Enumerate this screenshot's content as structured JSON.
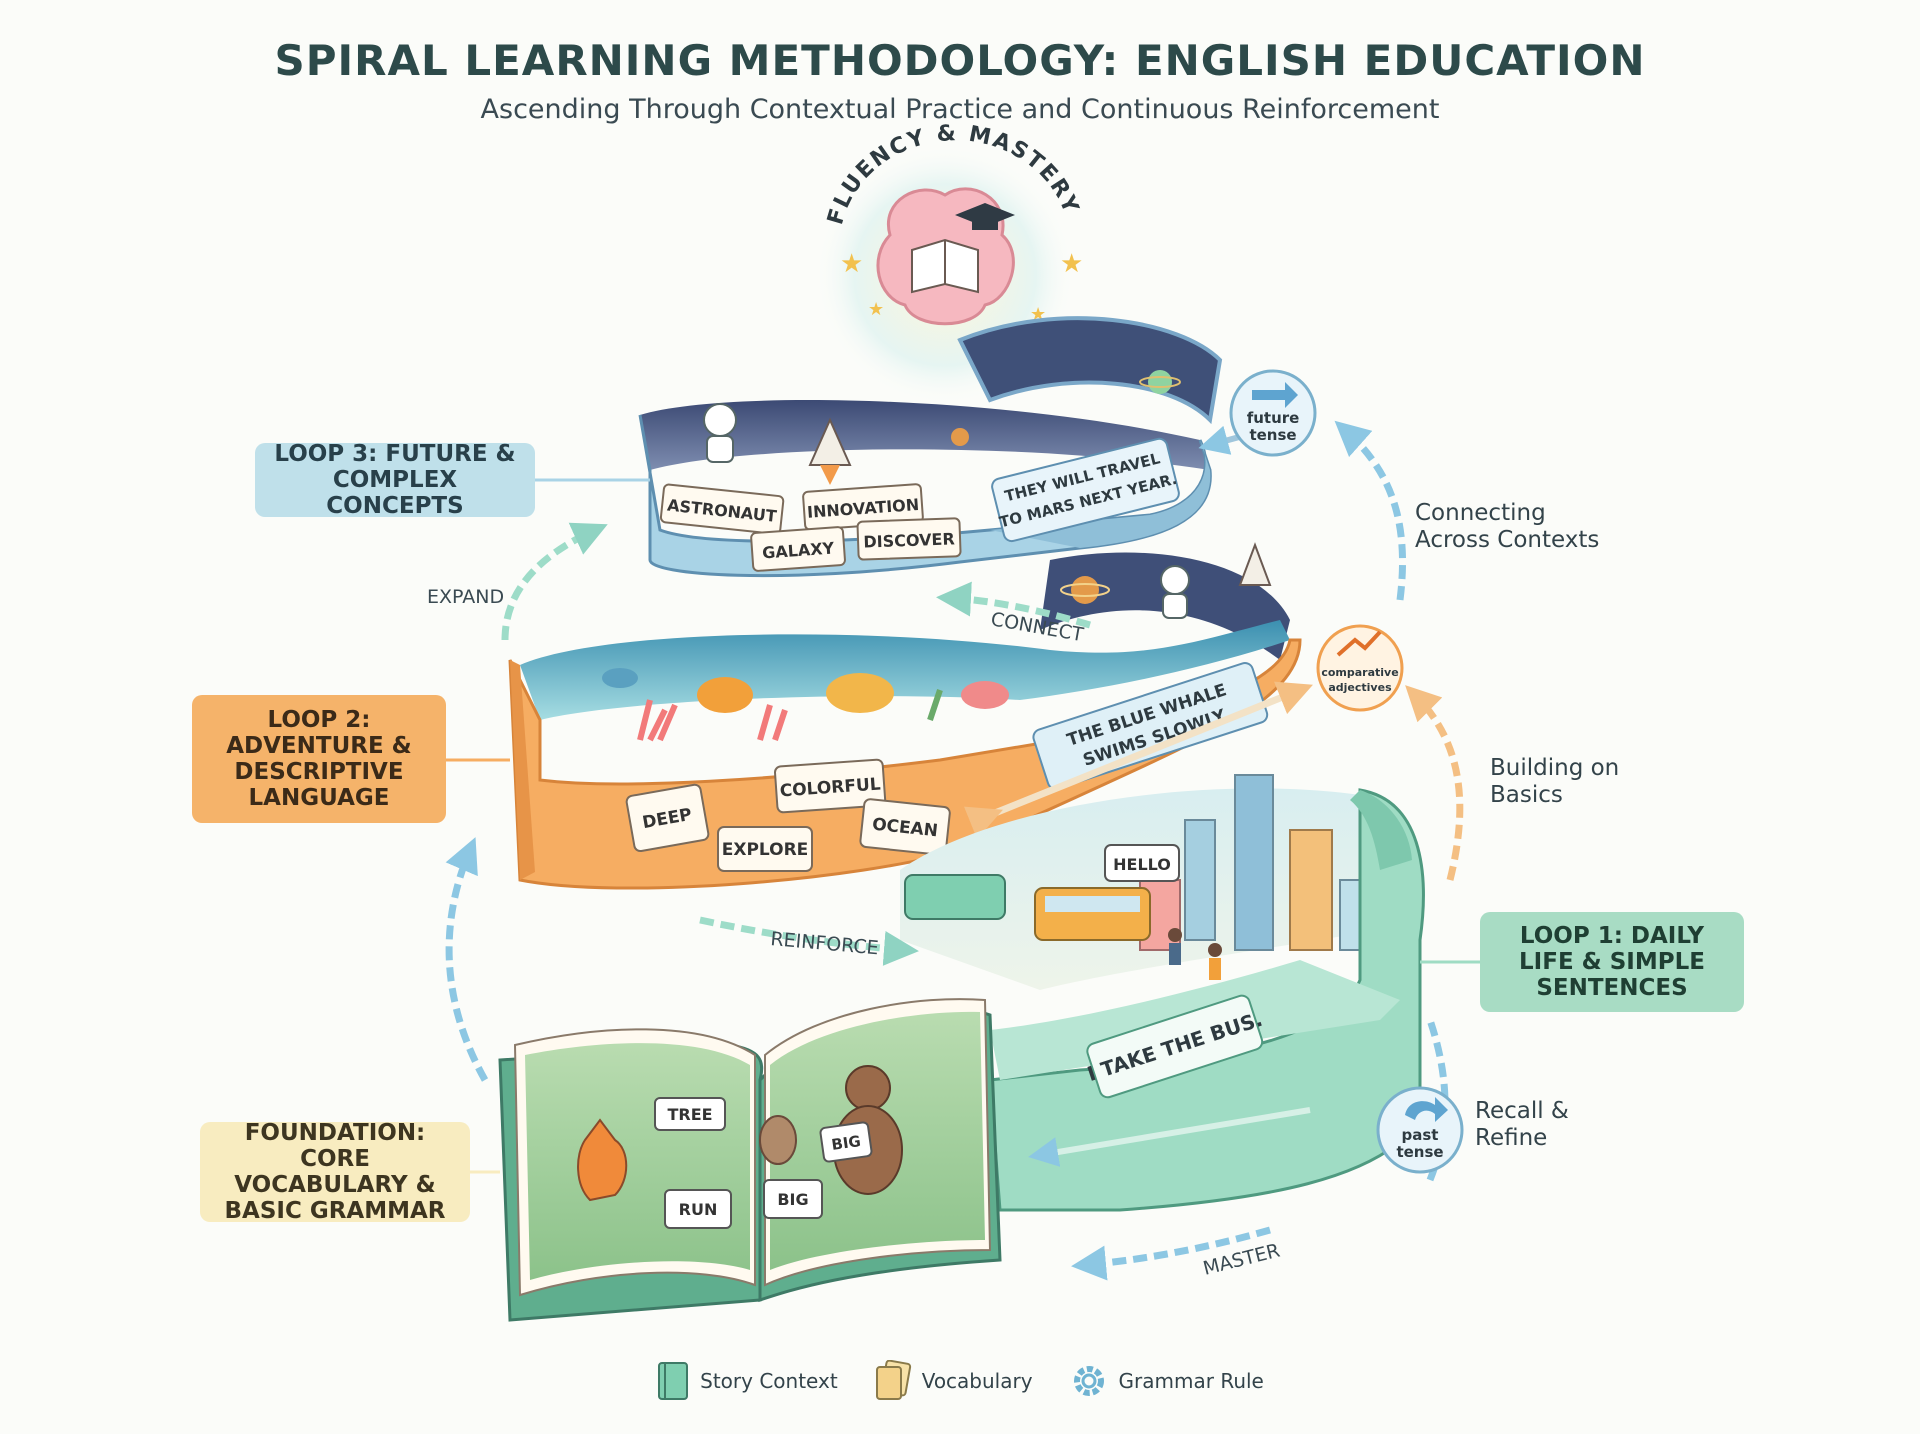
{
  "header": {
    "title": "SPIRAL LEARNING METHODOLOGY: ENGLISH EDUCATION",
    "subtitle": "Ascending Through Contextual Practice and Continuous Reinforcement"
  },
  "summit": {
    "label": "FLUENCY & MASTERY"
  },
  "callouts": {
    "loop3": "LOOP 3: FUTURE & COMPLEX CONCEPTS",
    "loop2": "LOOP 2: ADVENTURE & DESCRIPTIVE LANGUAGE",
    "loop1": "LOOP 1: DAILY LIFE & SIMPLE SENTENCES",
    "foundation": "FOUNDATION: CORE VOCABULARY & BASIC GRAMMAR"
  },
  "flow_labels": {
    "expand": "EXPAND",
    "connect": "CONNECT",
    "reinforce": "REINFORCE",
    "master": "MASTER"
  },
  "side_labels": {
    "connecting": "Connecting Across Contexts",
    "building": "Building on Basics",
    "recall": "Recall & Refine"
  },
  "grammar_badges": {
    "future": "future tense",
    "comparative": "comparative adjectives",
    "past": "past tense"
  },
  "loop3": {
    "words": [
      "ASTRONAUT",
      "INNOVATION",
      "GALAXY",
      "DISCOVER"
    ],
    "sentence": "THEY WILL TRAVEL TO MARS NEXT YEAR."
  },
  "loop2": {
    "words": [
      "DEEP",
      "COLORFUL",
      "EXPLORE",
      "OCEAN"
    ],
    "sentence": "THE BLUE WHALE SWIMS SLOWLY"
  },
  "loop1": {
    "speech": "HELLO",
    "sentence": "I TAKE THE BUS."
  },
  "foundation": {
    "words": [
      "TREE",
      "BIG",
      "RUN",
      "BIG"
    ]
  },
  "legend": [
    {
      "label": "Story Context",
      "icon": "book-icon",
      "color": "#7fcfb0"
    },
    {
      "label": "Vocabulary",
      "icon": "cards-icon",
      "color": "#f3d28a"
    },
    {
      "label": "Grammar Rule",
      "icon": "gear-icon",
      "color": "#6fb3d2"
    }
  ],
  "colors": {
    "loop3": "#a9d3e6",
    "loop2": "#f6ad62",
    "loop1": "#9fdcc4",
    "foundation": "#f8ecc0"
  }
}
